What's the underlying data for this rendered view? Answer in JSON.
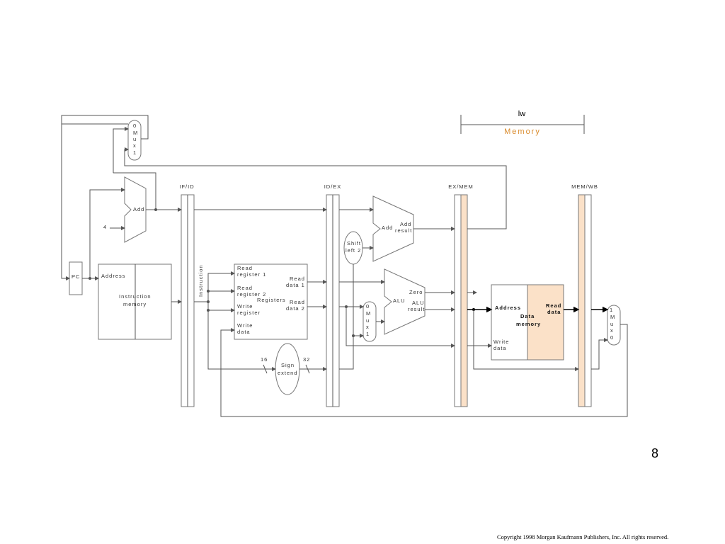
{
  "stage": {
    "instruction": "lw",
    "name": "Memory",
    "highlight_color": "#fbe1c8"
  },
  "pipeline_registers": [
    "IF/ID",
    "ID/EX",
    "EX/MEM",
    "MEM/WB"
  ],
  "blocks": {
    "pc": "PC",
    "four": "4",
    "add": "Add",
    "imem_address": "Address",
    "imem_label_1": "Instruction",
    "imem_label_2": "memory",
    "instruction_vertical": "Instruction",
    "reg_read1_a": "Read",
    "reg_read1_b": "register 1",
    "reg_read2_a": "Read",
    "reg_read2_b": "register 2",
    "reg_write_a": "Write",
    "reg_write_b": "register",
    "reg_wdata_a": "Write",
    "reg_wdata_b": "data",
    "reg_rdata1_a": "Read",
    "reg_rdata1_b": "data 1",
    "reg_rdata2_a": "Read",
    "reg_rdata2_b": "data 2",
    "registers": "Registers",
    "sign_a": "Sign",
    "sign_b": "extend",
    "sixteen": "16",
    "thirtytwo": "32",
    "shift_a": "Shift",
    "shift_b": "left 2",
    "add2": "Add",
    "add_result_a": "Add",
    "add_result_b": "result",
    "alu": "ALU",
    "zero": "Zero",
    "alu_result_a": "ALU",
    "alu_result_b": "result",
    "dmem_address": "Address",
    "dmem_label_1": "Data",
    "dmem_label_2": "memory",
    "dmem_read_a": "Read",
    "dmem_read_b": "data",
    "dmem_write_a": "Write",
    "dmem_write_b": "data"
  },
  "mux_top": [
    "0",
    "M",
    "u",
    "x",
    "1"
  ],
  "mux_alu": [
    "0",
    "M",
    "u",
    "x",
    "1"
  ],
  "mux_wb": [
    "1",
    "M",
    "u",
    "x",
    "0"
  ],
  "page_number": "8",
  "copyright": "Copyright 1998 Morgan Kaufmann Publishers, Inc. All rights reserved."
}
